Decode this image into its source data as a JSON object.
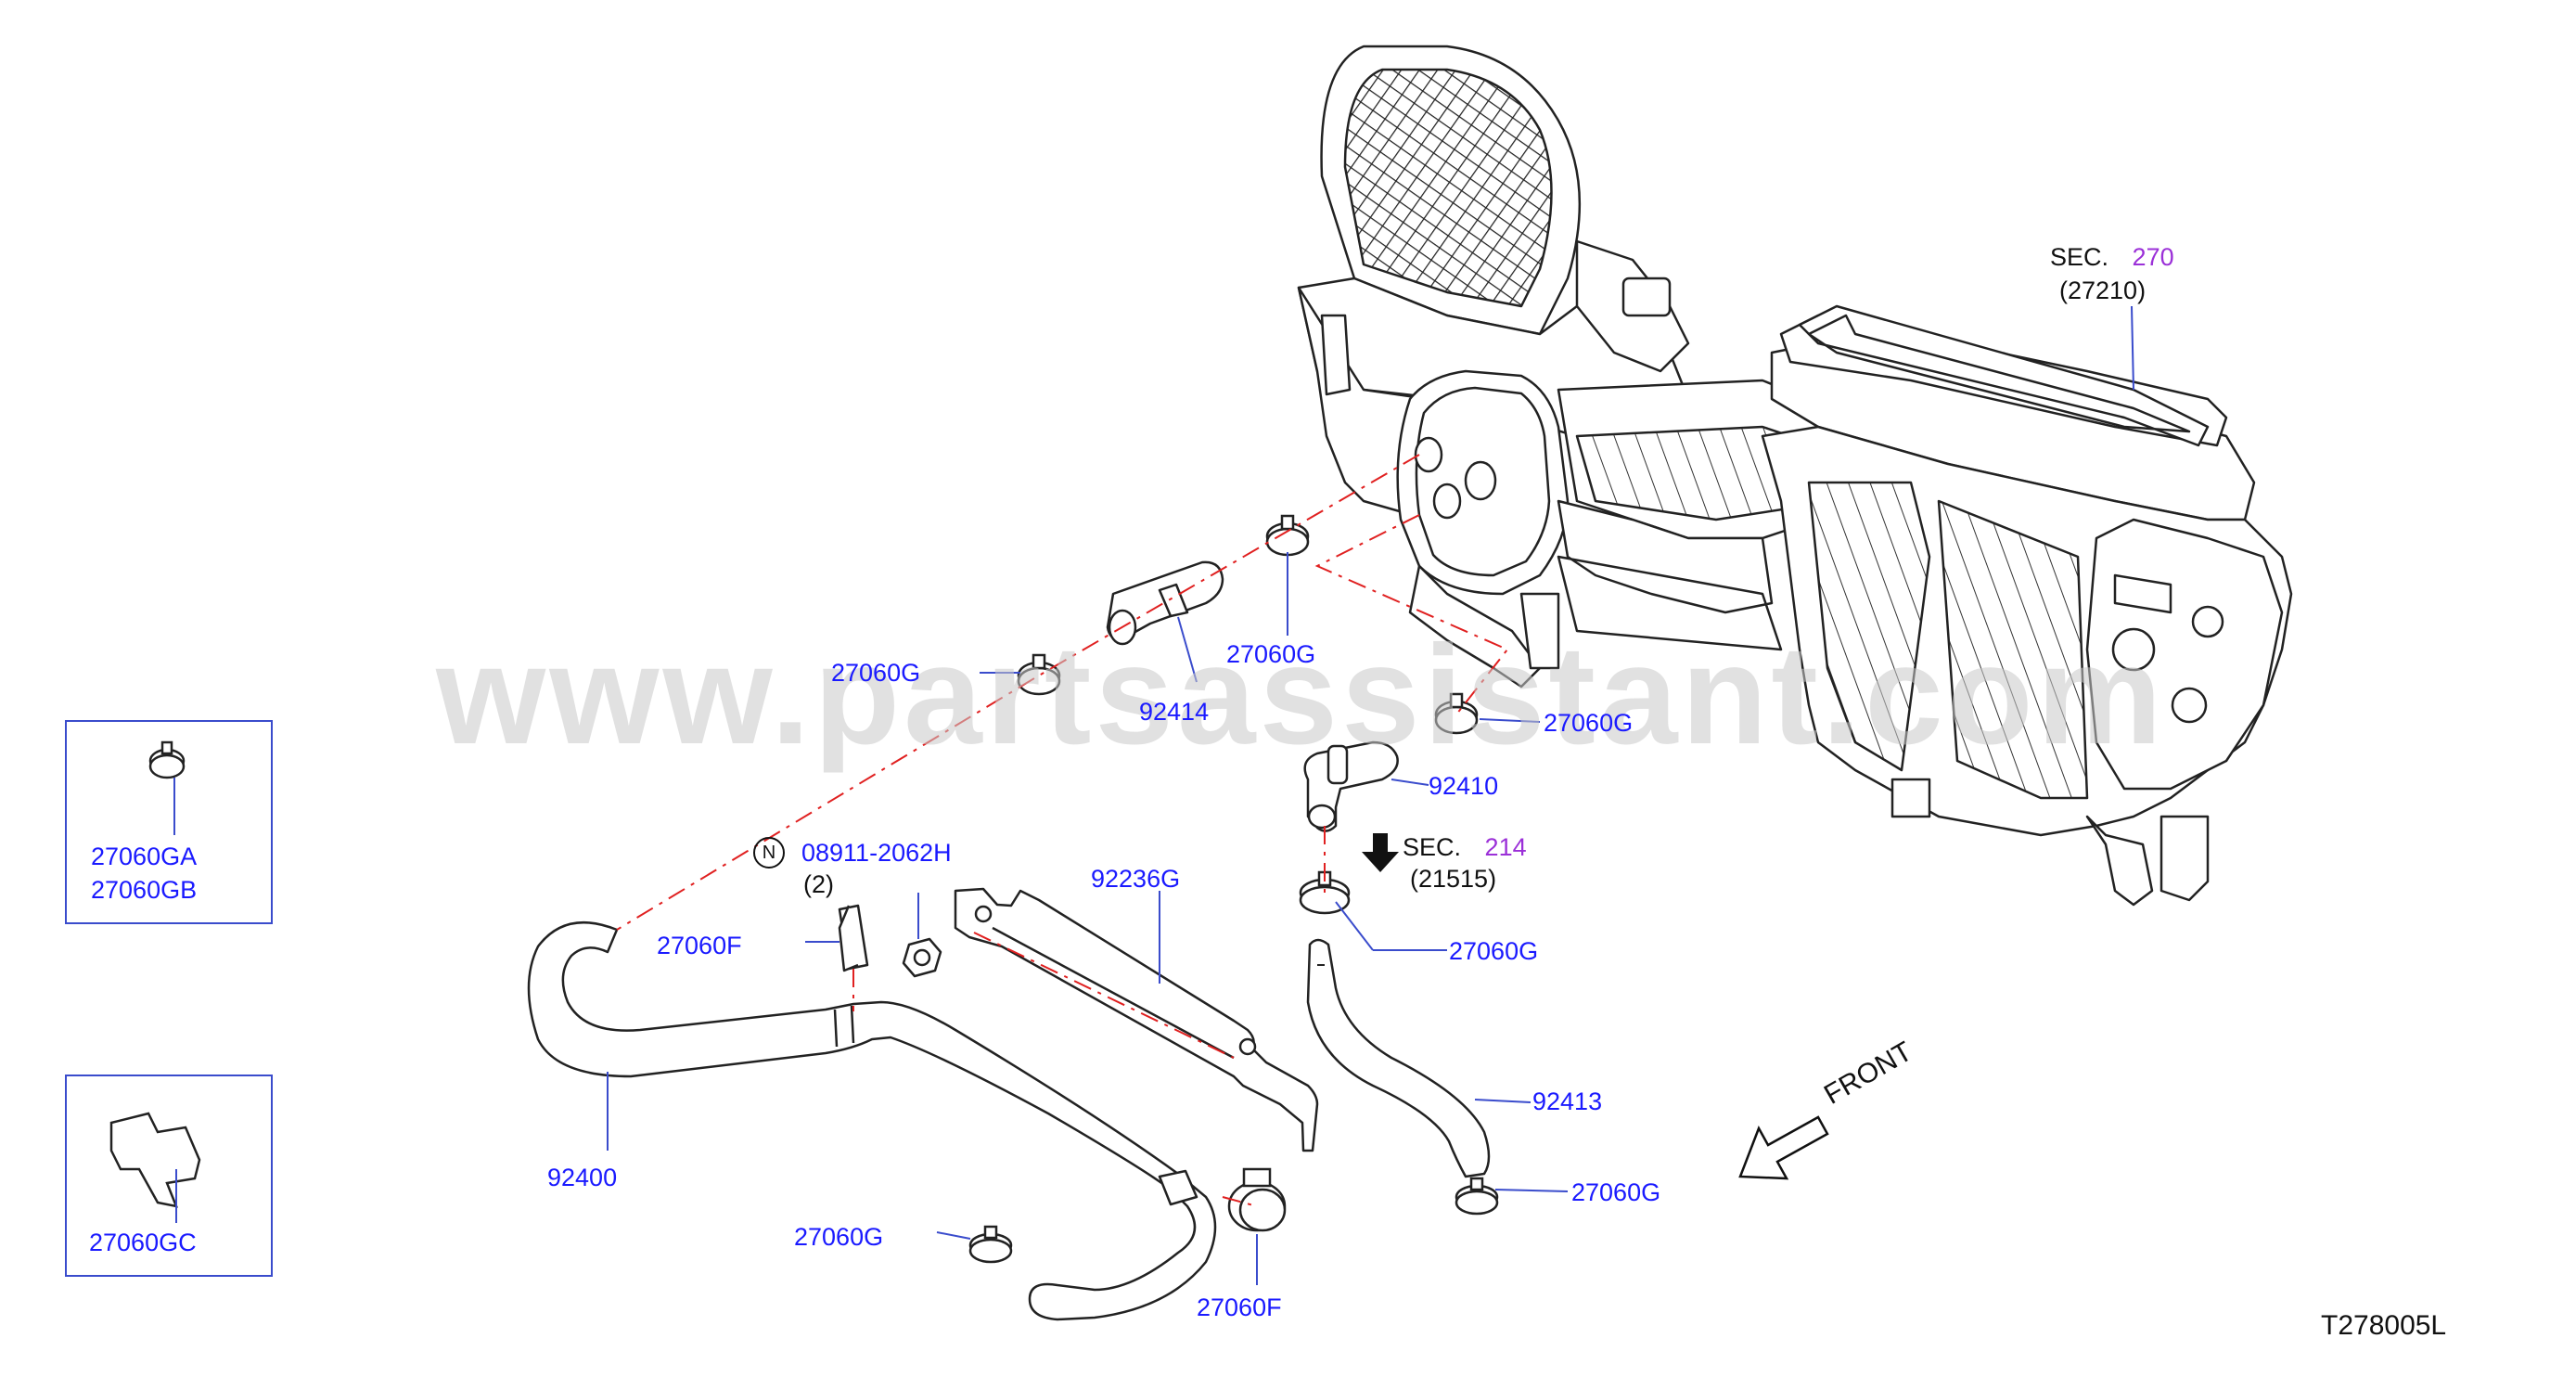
{
  "watermark": "www.partsassistant.com",
  "diagram_code": "T278005L",
  "front_label": "FRONT",
  "sections": {
    "sec_270": {
      "prefix": "SEC.",
      "number": "270",
      "ref": "(27210)"
    },
    "sec_214": {
      "prefix": "SEC.",
      "number": "214",
      "ref": "(21515)"
    }
  },
  "notice": {
    "symbol": "N",
    "part": "08911-2062H",
    "qty": "(2)"
  },
  "parts": {
    "p27060g_a": "27060G",
    "p27060g_b": "27060G",
    "p27060g_c": "27060G",
    "p27060g_d": "27060G",
    "p27060g_e": "27060G",
    "p27060g_f": "27060G",
    "p92414": "92414",
    "p92410": "92410",
    "p92236g": "92236G",
    "p27060f_a": "27060F",
    "p27060f_b": "27060F",
    "p92413": "92413",
    "p92400": "92400"
  },
  "insets": {
    "ga_gb": {
      "line1": "27060GA",
      "line2": "27060GB"
    },
    "gc": {
      "line1": "27060GC"
    }
  },
  "colors": {
    "label_blue": "#1a1aff",
    "section_purple": "#9b30d8",
    "guide_red": "#e02020",
    "inset_border": "#3a4ccc"
  }
}
